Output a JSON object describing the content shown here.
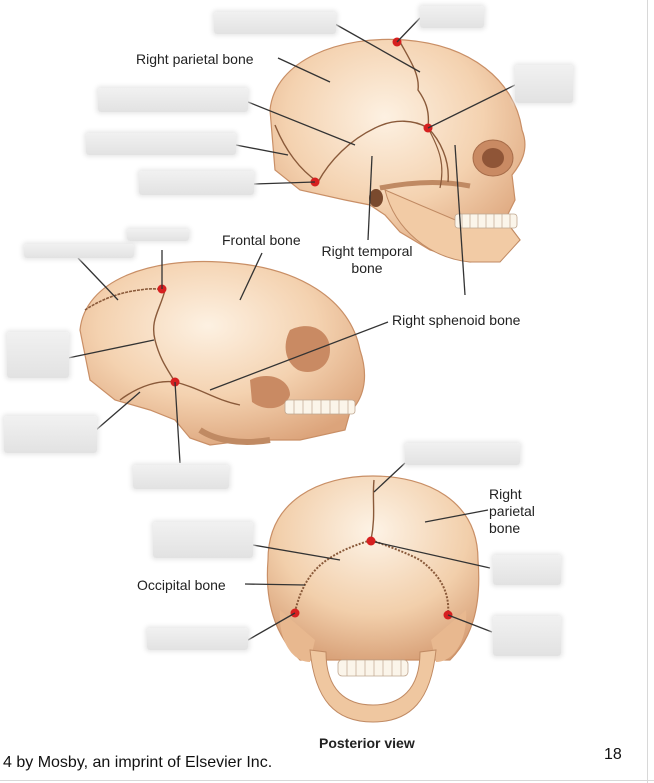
{
  "labels": {
    "right_parietal_top": "Right parietal bone",
    "frontal_bone": "Frontal bone",
    "right_temporal_bone": "Right temporal bone",
    "right_sphenoid_bone": "Right sphenoid bone",
    "right_parietal_posterior": "Right parietal bone",
    "occipital_bone": "Occipital bone"
  },
  "view_title": "Posterior view",
  "footer": {
    "copyright": "4 by Mosby, an imprint of Elsevier Inc.",
    "page_number": "18"
  },
  "colors": {
    "bone_light": "#fbe6cf",
    "bone_mid": "#f0c9a3",
    "bone_shadow": "#d9a47a",
    "suture": "#8a5a3a",
    "marker": "#d62020",
    "leader": "#333333"
  }
}
